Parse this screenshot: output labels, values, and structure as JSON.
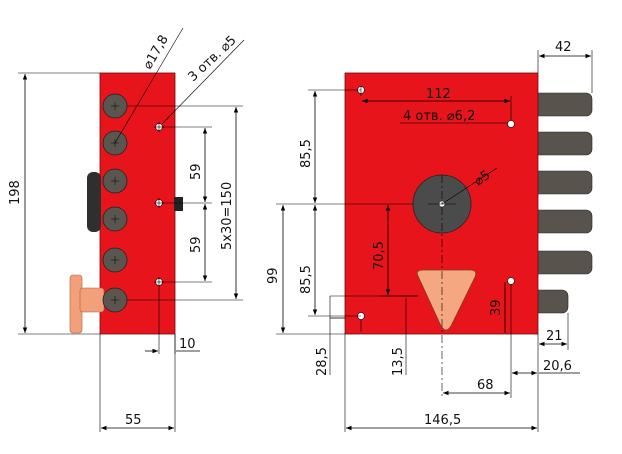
{
  "colors": {
    "body_red": "#e8141b",
    "bolt_fill": "#58544d",
    "cylinder_gray": "#4b4b4b",
    "knob": "#f2a07a",
    "triangle_fill": "#f5a782",
    "line": "#000000"
  },
  "side_view": {
    "dim_height": "198",
    "dim_width": "55",
    "dim_hole_offset": "10",
    "dim_big_bore": "⌀17,8",
    "dim_small_bore": "3 отв. ⌀5",
    "dim_spacing_top": "59",
    "dim_spacing_bottom": "59",
    "dim_pitch": "5x30=150"
  },
  "front_view": {
    "dim_height_upper": "85,5",
    "dim_height_lower": "85,5",
    "dim_total_left": "99",
    "dim_cyl_drop": "70,5",
    "dim_bottom_28": "28,5",
    "dim_bottom_13": "13,5",
    "dim_top_span": "112",
    "dim_four_holes": "4 отв. ⌀6,2",
    "dim_cylinder_bore": "⌀5",
    "dim_right_39": "39",
    "dim_bolt_length": "42",
    "dim_bolt_21": "21",
    "dim_bolt_206": "20,6",
    "dim_68": "68",
    "dim_width": "146,5"
  }
}
